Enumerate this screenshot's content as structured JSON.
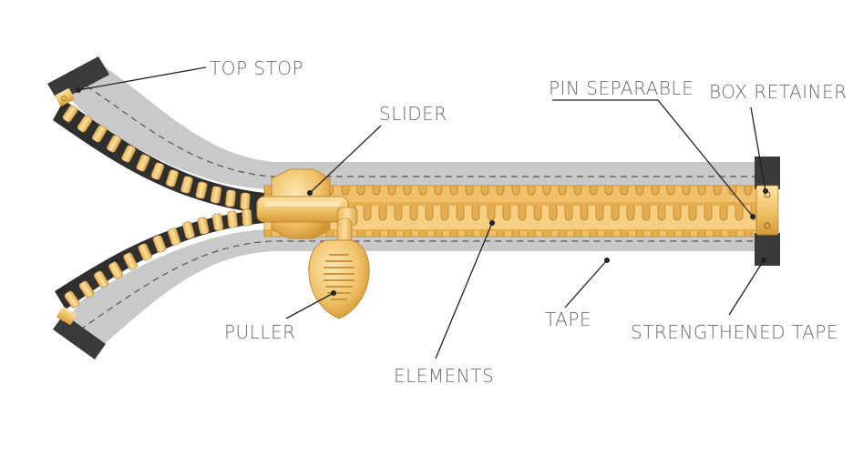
{
  "colors": {
    "tape": "#c9c9c9",
    "tape_edge": "#b5b5b5",
    "stitch": "#4a4a4a",
    "strengthened_tape": "#3a3a3a",
    "element_gold": "#f2c46c",
    "element_dark": "#d79f3c",
    "slider_gold": "#f6d28c",
    "label_text": "#6a6a6a",
    "leader_line": "#222222"
  },
  "labels": {
    "top_stop": "TOP STOP",
    "slider": "SLIDER",
    "pin_separable": "PIN SEPARABLE",
    "box_retainer": "BOX RETAINER",
    "puller": "PULLER",
    "elements": "ELEMENTS",
    "tape": "TAPE",
    "strengthened_tape": "STRENGTHENED TAPE"
  }
}
